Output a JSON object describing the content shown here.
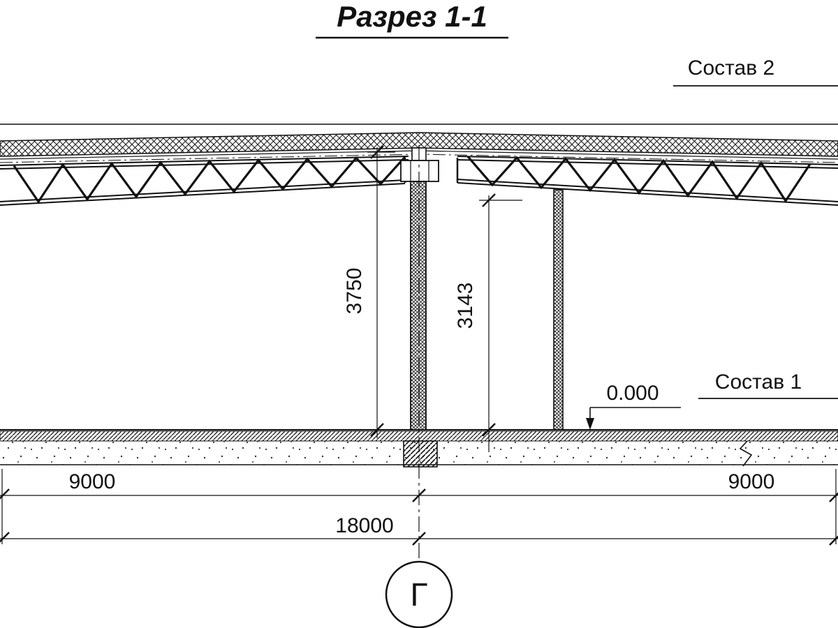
{
  "drawing": {
    "title": "Разрез 1-1",
    "labels": {
      "sostav2": "Состав 2",
      "sostav1": "Состав 1",
      "elevation": "0.000",
      "axis_letter": "Г"
    },
    "dimensions": {
      "height_center": "3750",
      "height_right": "3143",
      "span_left": "9000",
      "span_right": "9000",
      "span_total": "18000"
    },
    "colors": {
      "line": "#111111",
      "background": "#ffffff"
    }
  }
}
